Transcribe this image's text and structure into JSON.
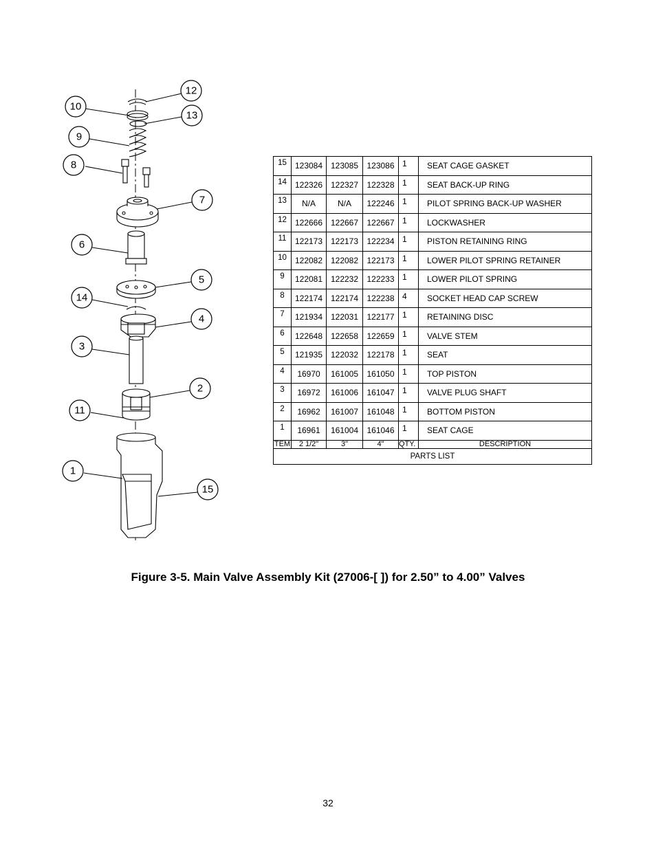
{
  "callouts": [
    "12",
    "10",
    "13",
    "9",
    "8",
    "7",
    "6",
    "5",
    "14",
    "4",
    "3",
    "2",
    "11",
    "1",
    "15"
  ],
  "parts_list": {
    "title": "PARTS LIST",
    "headers": {
      "item": "TEM",
      "size_250": "2 1/2\"",
      "size_3": "3\"",
      "size_4": "4\"",
      "qty": "QTY.",
      "description": "DESCRIPTION"
    },
    "rows": [
      {
        "item": "15",
        "p250": "123084",
        "p3": "123085",
        "p4": "123086",
        "qty": "1",
        "desc": "SEAT CAGE GASKET"
      },
      {
        "item": "14",
        "p250": "122326",
        "p3": "122327",
        "p4": "122328",
        "qty": "1",
        "desc": "SEAT BACK-UP RING"
      },
      {
        "item": "13",
        "p250": "N/A",
        "p3": "N/A",
        "p4": "122246",
        "qty": "1",
        "desc": "PILOT SPRING BACK-UP WASHER"
      },
      {
        "item": "12",
        "p250": "122666",
        "p3": "122667",
        "p4": "122667",
        "qty": "1",
        "desc": "LOCKWASHER"
      },
      {
        "item": "11",
        "p250": "122173",
        "p3": "122173",
        "p4": "122234",
        "qty": "1",
        "desc": "PISTON RETAINING RING"
      },
      {
        "item": "10",
        "p250": "122082",
        "p3": "122082",
        "p4": "122173",
        "qty": "1",
        "desc": "LOWER PILOT SPRING RETAINER"
      },
      {
        "item": "9",
        "p250": "122081",
        "p3": "122232",
        "p4": "122233",
        "qty": "1",
        "desc": "LOWER PILOT SPRING"
      },
      {
        "item": "8",
        "p250": "122174",
        "p3": "122174",
        "p4": "122238",
        "qty": "4",
        "desc": "SOCKET HEAD CAP SCREW"
      },
      {
        "item": "7",
        "p250": "121934",
        "p3": "122031",
        "p4": "122177",
        "qty": "1",
        "desc": "RETAINING DISC"
      },
      {
        "item": "6",
        "p250": "122648",
        "p3": "122658",
        "p4": "122659",
        "qty": "1",
        "desc": "VALVE STEM"
      },
      {
        "item": "5",
        "p250": "121935",
        "p3": "122032",
        "p4": "122178",
        "qty": "1",
        "desc": "SEAT"
      },
      {
        "item": "4",
        "p250": "16970",
        "p3": "161005",
        "p4": "161050",
        "qty": "1",
        "desc": "TOP PISTON"
      },
      {
        "item": "3",
        "p250": "16972",
        "p3": "161006",
        "p4": "161047",
        "qty": "1",
        "desc": "VALVE PLUG SHAFT"
      },
      {
        "item": "2",
        "p250": "16962",
        "p3": "161007",
        "p4": "161048",
        "qty": "1",
        "desc": "BOTTOM PISTON"
      },
      {
        "item": "1",
        "p250": "16961",
        "p3": "161004",
        "p4": "161046",
        "qty": "1",
        "desc": "SEAT CAGE"
      }
    ]
  },
  "caption": "Figure 3-5.  Main Valve Assembly Kit (27006-[  ]) for 2.50” to 4.00” Valves",
  "page_number": "32"
}
